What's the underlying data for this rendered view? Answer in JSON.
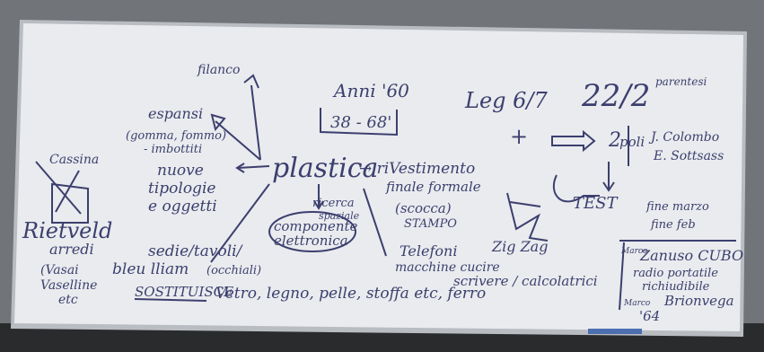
{
  "board": {
    "top_texts": {
      "filanco": "filanco",
      "anni": "Anni '60",
      "years": "38 - 68'",
      "leg": "Leg 6/7",
      "plus": "+",
      "date": "22/2",
      "parentheses": "parentesi"
    },
    "left_texts": {
      "espansi": "espansi",
      "gomma": "(gomma, fommo)",
      "imbottiti": "- imbottiti",
      "cassina": "Cassina",
      "nuove1": "nuove",
      "nuove2": "tipologie",
      "nuove3": "e oggetti",
      "rietveld": "Rietveld",
      "arredi": "arredi",
      "vasi": "(Vasai",
      "vaselline": "Vaselline",
      "etc": "etc"
    },
    "center_texts": {
      "plastica": "plastica",
      "rivestimento": "→ riVestimento",
      "finale_formale": "finale formale",
      "ricerca": "ricerca",
      "spaziale": "spaziale",
      "componente": "componente",
      "elettronica": "elettronica",
      "scocca": "(scocca)",
      "stampo": "STAMPO",
      "sedie": "sedie/tavoli/",
      "bleu": "bleu lliam",
      "occhiali": "(occhiali)",
      "sostituisce": "SOSTITUISCE",
      "vetro": "Vetro, legno, pelle, stoffa etc, ferro",
      "telefoni": "Telefoni",
      "macchine": "macchine cucire",
      "scrivere": "scrivere / calcolatrici"
    },
    "right_texts": {
      "zigzag": "Zig Zag",
      "two": "2",
      "poli": "poli",
      "colombo": "J. Colombo",
      "sottsass": "E. Sottsass",
      "test": "TEST",
      "fine_marzo": "fine marzo",
      "fine_feb": "fine feb",
      "zanuso": "Zanuso CUBO",
      "radio": "radio portatile",
      "richiudibile": "richiudibile",
      "brionvega": "Brionvega",
      "year64": "'64",
      "tag1": "Marco",
      "tag2": "Marco"
    }
  }
}
